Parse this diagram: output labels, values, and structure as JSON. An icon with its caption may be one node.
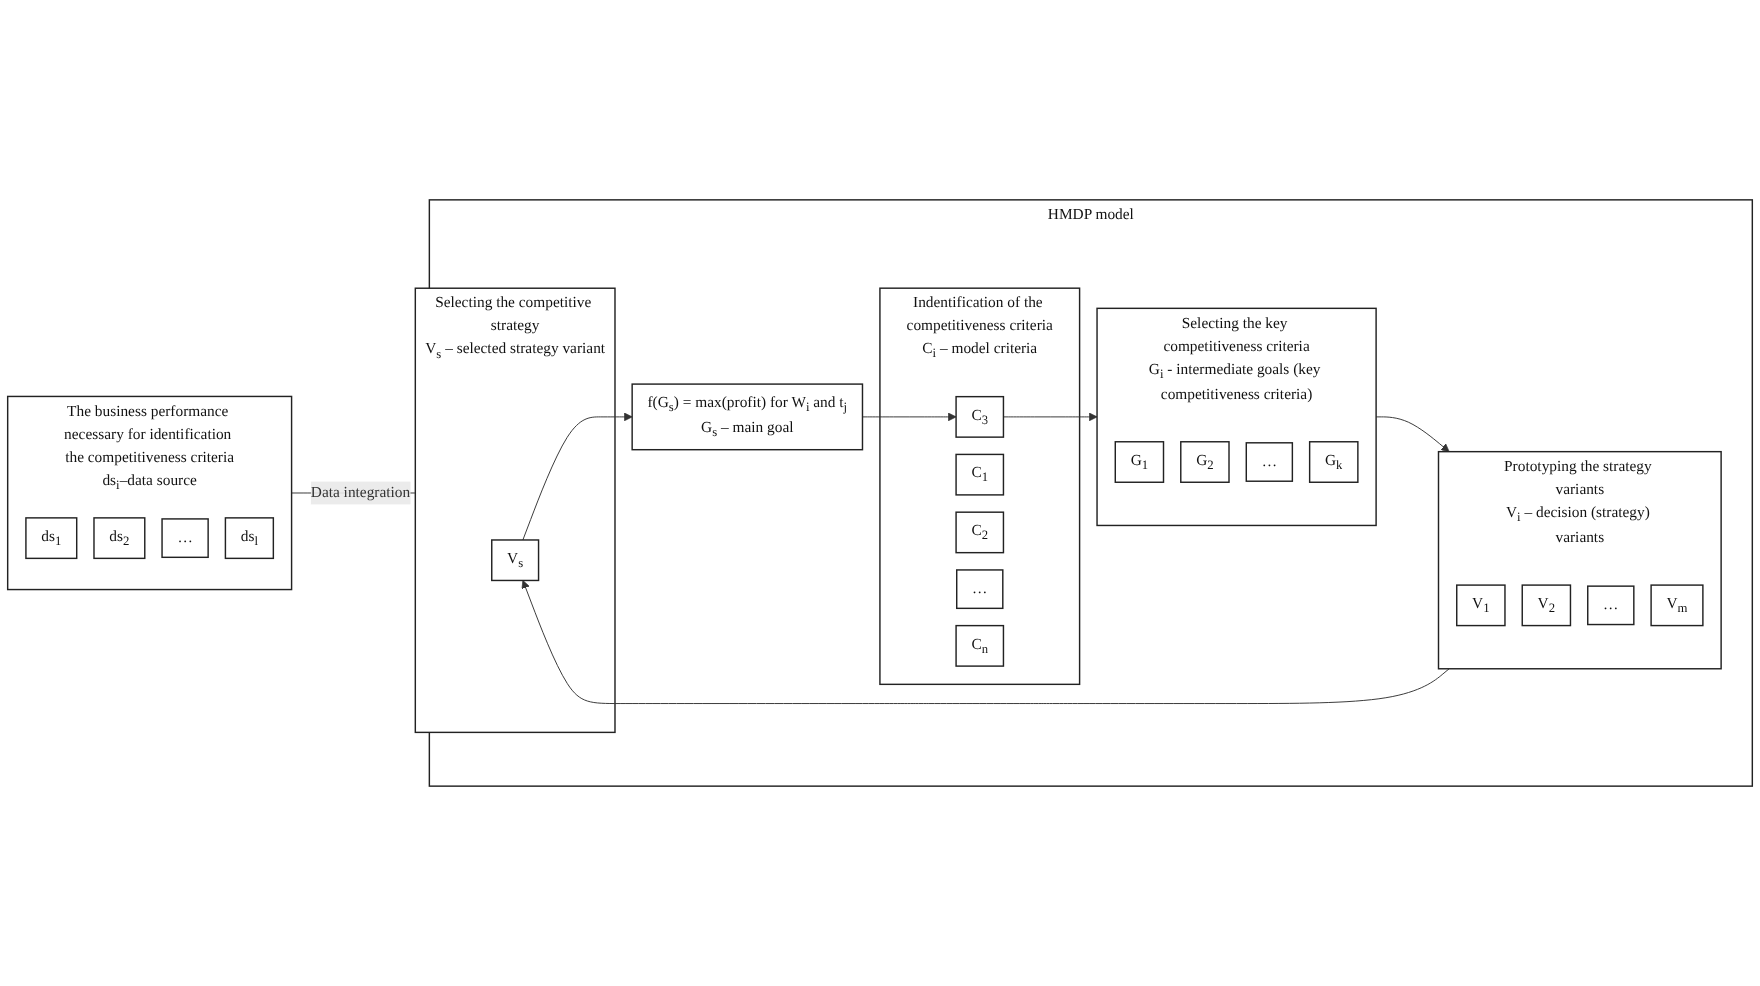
{
  "diagram": {
    "nodes": [
      {
        "text": [
          "The business performance necessary for identification the competitiveness criteria",
          "ds$_{i}$–data source"
        ]
      },
      {
        "text": [
          "ds$_{1}$"
        ],
        "in": 0
      },
      {
        "text": [
          "ds$_{2}$"
        ],
        "in": 0
      },
      {
        "text": [
          "…"
        ],
        "in": 0
      },
      {
        "text": [
          "ds$_{l}$"
        ],
        "in": 0
      },
      {
        "text": [
          "HMDP model"
        ]
      },
      {
        "text": [
          "f(G$_{s}$) = max(profit) for W$_{i}$ and t$_{j}$",
          "G$_{s}$ – main goal"
        ],
        "in": 5
      },
      {
        "text": [
          "Indentification of the competitiveness criteria",
          "C$_{i}$ – model criteria"
        ],
        "in": 5
      },
      {
        "text": [
          "C$_{1}$"
        ],
        "in": 7
      },
      {
        "text": [
          "C$_{2}$"
        ],
        "in": 7
      },
      {
        "text": [
          "C$_{3}$"
        ],
        "in": 7
      },
      {
        "text": [
          "…"
        ],
        "in": 7
      },
      {
        "text": [
          "C$_{n}$"
        ],
        "in": 7
      },
      {
        "text": [
          "Selecting the key competitiveness criteria",
          "G$_{i}$ - intermediate goals (key competitiveness criteria)"
        ],
        "in": 5
      },
      {
        "text": [
          "G$_{1}$"
        ],
        "in": 13
      },
      {
        "text": [
          "G$_{2}$"
        ],
        "in": 13
      },
      {
        "text": [
          "…"
        ],
        "in": 13
      },
      {
        "text": [
          "G$_{k}$"
        ],
        "in": 13
      },
      {
        "text": [
          "Prototyping the strategy variants",
          "V$_{i}$ – decision (strategy) variants"
        ],
        "in": 5
      },
      {
        "text": [
          "V$_{1}$"
        ],
        "in": 18
      },
      {
        "text": [
          "V$_{2}$"
        ],
        "in": 18
      },
      {
        "text": [
          "…"
        ],
        "in": 18
      },
      {
        "text": [
          "V$_{m}$"
        ],
        "in": 18
      },
      {
        "text": [
          "Selecting the competitive strategy",
          "V$_{s}$ – selected strategy variant"
        ],
        "in": 5
      },
      {
        "text": [
          "V$_{s}$"
        ],
        "in": 23
      }
    ],
    "edges": [
      {
        "from": 0,
        "to": 5,
        "arrow": "to",
        "label": "Data integration"
      },
      {
        "from": 6,
        "to": 10,
        "arrow": "to"
      },
      {
        "from": 10,
        "to": 13,
        "arrow": "to"
      },
      {
        "from": 13,
        "to": 18,
        "arrow": "to"
      },
      {
        "from": 18,
        "to": 24,
        "arrow": "to"
      },
      {
        "from": 24,
        "to": 6,
        "arrow": "to"
      }
    ]
  }
}
